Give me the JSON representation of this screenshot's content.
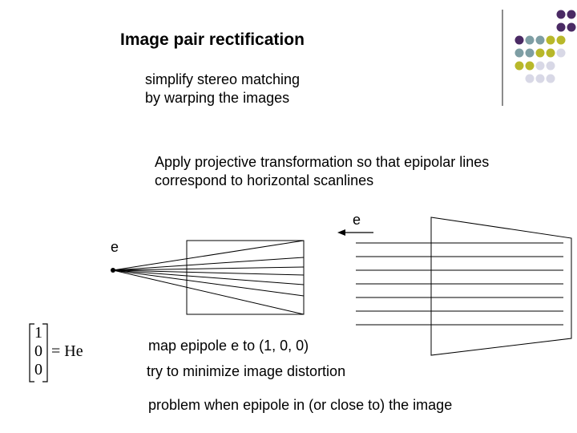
{
  "slide": {
    "title": "Image pair rectification",
    "subtitle_lines": [
      "simplify stereo matching",
      "by warping the images"
    ],
    "apply_lines": [
      "Apply projective transformation so that epipolar lines",
      "correspond to horizontal scanlines"
    ],
    "epipole_label_left": "e",
    "epipole_label_right": "e",
    "equation": {
      "vector": [
        "1",
        "0",
        "0"
      ],
      "rhs": "= He"
    },
    "notes": [
      "map epipole e to (1, 0, 0)",
      "try to minimize image distortion",
      "problem when epipole in (or close to) the image"
    ],
    "decoration": {
      "dot_colors": [
        "#4a2a64",
        "#7e9ea4",
        "#b8b82a",
        "#d8d8e6"
      ],
      "rule_color": "#666666"
    }
  }
}
